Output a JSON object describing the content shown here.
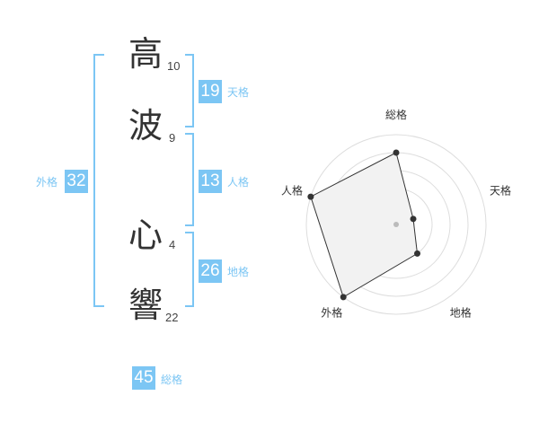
{
  "name": {
    "characters": [
      {
        "char": "高",
        "strokes": "10"
      },
      {
        "char": "波",
        "strokes": "9"
      },
      {
        "char": "心",
        "strokes": "4"
      },
      {
        "char": "響",
        "strokes": "22"
      }
    ]
  },
  "fortunes": {
    "tenkaku": {
      "value": "19",
      "label": "天格"
    },
    "jinkaku": {
      "value": "13",
      "label": "人格"
    },
    "chikaku": {
      "value": "26",
      "label": "地格"
    },
    "gaikaku": {
      "value": "32",
      "label": "外格"
    },
    "soukaku": {
      "value": "45",
      "label": "総格"
    }
  },
  "colors": {
    "accent": "#7cc6f4",
    "radar_fill": "#f2f2f2",
    "radar_ring": "#dddddd"
  },
  "chart_data": {
    "type": "radar",
    "axes": [
      "総格",
      "天格",
      "地格",
      "外格",
      "人格"
    ],
    "levels": 5,
    "max": 5,
    "values": [
      4,
      1,
      2,
      5,
      5
    ]
  }
}
